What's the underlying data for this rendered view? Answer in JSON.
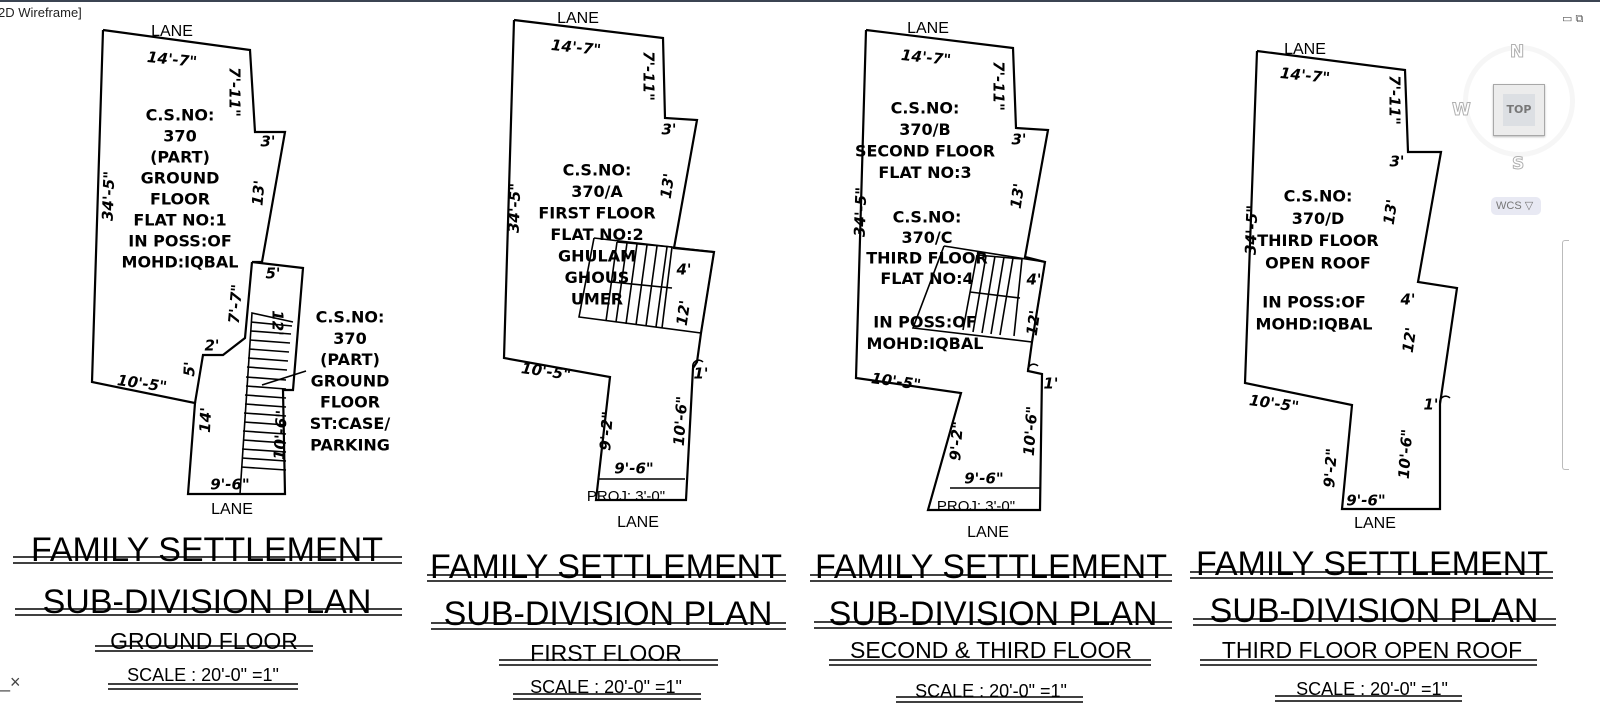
{
  "viewport": {
    "label": "2D Wireframe]"
  },
  "viewcube": {
    "north": "N",
    "west": "W",
    "south": "S",
    "face": "TOP",
    "wcs": "WCS",
    "wcs_arrow": "▽"
  },
  "window_controls": {
    "restore_icon": "▭",
    "maximize_icon": "⧉"
  },
  "command_close": "_×",
  "plans": [
    {
      "lane_top": "LANE",
      "lane_bottom": "LANE",
      "dims": {
        "top": "14'-7\"",
        "r1": "7'-11\"",
        "r2": "3'",
        "r3": "13'",
        "left": "34'-5\"",
        "a1": "5'",
        "a2": "7'-7\"",
        "a3": "2'",
        "a4": "5'",
        "bl": "10'-5\"",
        "b14": "14'",
        "s12": "12'",
        "s106": "10'-6\"",
        "bottom": "9'-6\""
      },
      "label": [
        "C.S.NO:",
        "370",
        "(PART)",
        "GROUND",
        "FLOOR",
        "FLAT NO:1",
        "IN POSS:OF",
        "MOHD:IQBAL"
      ],
      "label2": [
        "C.S.NO:",
        "370",
        "(PART)",
        "GROUND",
        "FLOOR",
        "ST:CASE/",
        "PARKING"
      ],
      "title": "FAMILY SETTLEMENT",
      "subtitle": "SUB-DIVISION PLAN",
      "floor": "GROUND FLOOR",
      "scale": "SCALE : 20'-0\" =1\""
    },
    {
      "lane_top": "LANE",
      "lane_bottom": "LANE",
      "dims": {
        "top": "14'-7\"",
        "r1": "7'-11\"",
        "r2": "3'",
        "r3": "13'",
        "left": "34'-5\"",
        "s4": "4'",
        "s12": "12'",
        "one": "1'",
        "bl": "10'-5\"",
        "b92": "9'-2\"",
        "b106": "10'-6\"",
        "bottom": "9'-6\""
      },
      "proj": "PROJ: 3'-0\"",
      "label": [
        "C.S.NO:",
        "370/A",
        "FIRST FLOOR",
        "FLAT NO:2",
        "GHULAM",
        "GHOUS",
        "UMER"
      ],
      "title": "FAMILY SETTLEMENT",
      "subtitle": "SUB-DIVISION PLAN",
      "floor": "FIRST  FLOOR",
      "scale": "SCALE : 20'-0\" =1\""
    },
    {
      "lane_top": "LANE",
      "lane_bottom": "LANE",
      "dims": {
        "top": "14'-7\"",
        "r1": "7'-11\"",
        "r2": "3'",
        "r3": "13'",
        "left": "34'-5\"",
        "s4": "4'",
        "s12": "12'",
        "one": "1'",
        "bl": "10'-5\"",
        "b92": "9'-2\"",
        "b106": "10'-6\"",
        "bottom": "9'-6\""
      },
      "proj": "PROJ: 3'-0\"",
      "label": [
        "C.S.NO:",
        "370/B",
        "SECOND FLOOR",
        "FLAT NO:3"
      ],
      "label2": [
        "C.S.NO:",
        "370/C",
        "THIRD FLOOR",
        "FLAT NO:4"
      ],
      "label3": [
        "IN POSS:OF",
        "MOHD:IQBAL"
      ],
      "title": "FAMILY SETTLEMENT",
      "subtitle": "SUB-DIVISION PLAN",
      "floor": "SECOND & THIRD FLOOR",
      "scale": "SCALE : 20'-0\" =1\""
    },
    {
      "lane_top": "LANE",
      "lane_bottom": "LANE",
      "dims": {
        "top": "14'-7\"",
        "r1": "7'-11\"",
        "r2": "3'",
        "r3": "13'",
        "left": "34'-5\"",
        "s4": "4'",
        "s12": "12'",
        "one": "1'",
        "bl": "10'-5\"",
        "b92": "9'-2\"",
        "b106": "10'-6\"",
        "bottom": "9'-6\""
      },
      "label": [
        "C.S.NO:",
        "370/D",
        "THIRD FLOOR",
        "OPEN ROOF"
      ],
      "label2": [
        "IN POSS:OF",
        "MOHD:IQBAL"
      ],
      "title": "FAMILY SETTLEMENT",
      "subtitle": "SUB-DIVISION PLAN",
      "floor": "THIRD FLOOR OPEN ROOF",
      "scale": "SCALE : 20'-0\" =1\""
    }
  ]
}
